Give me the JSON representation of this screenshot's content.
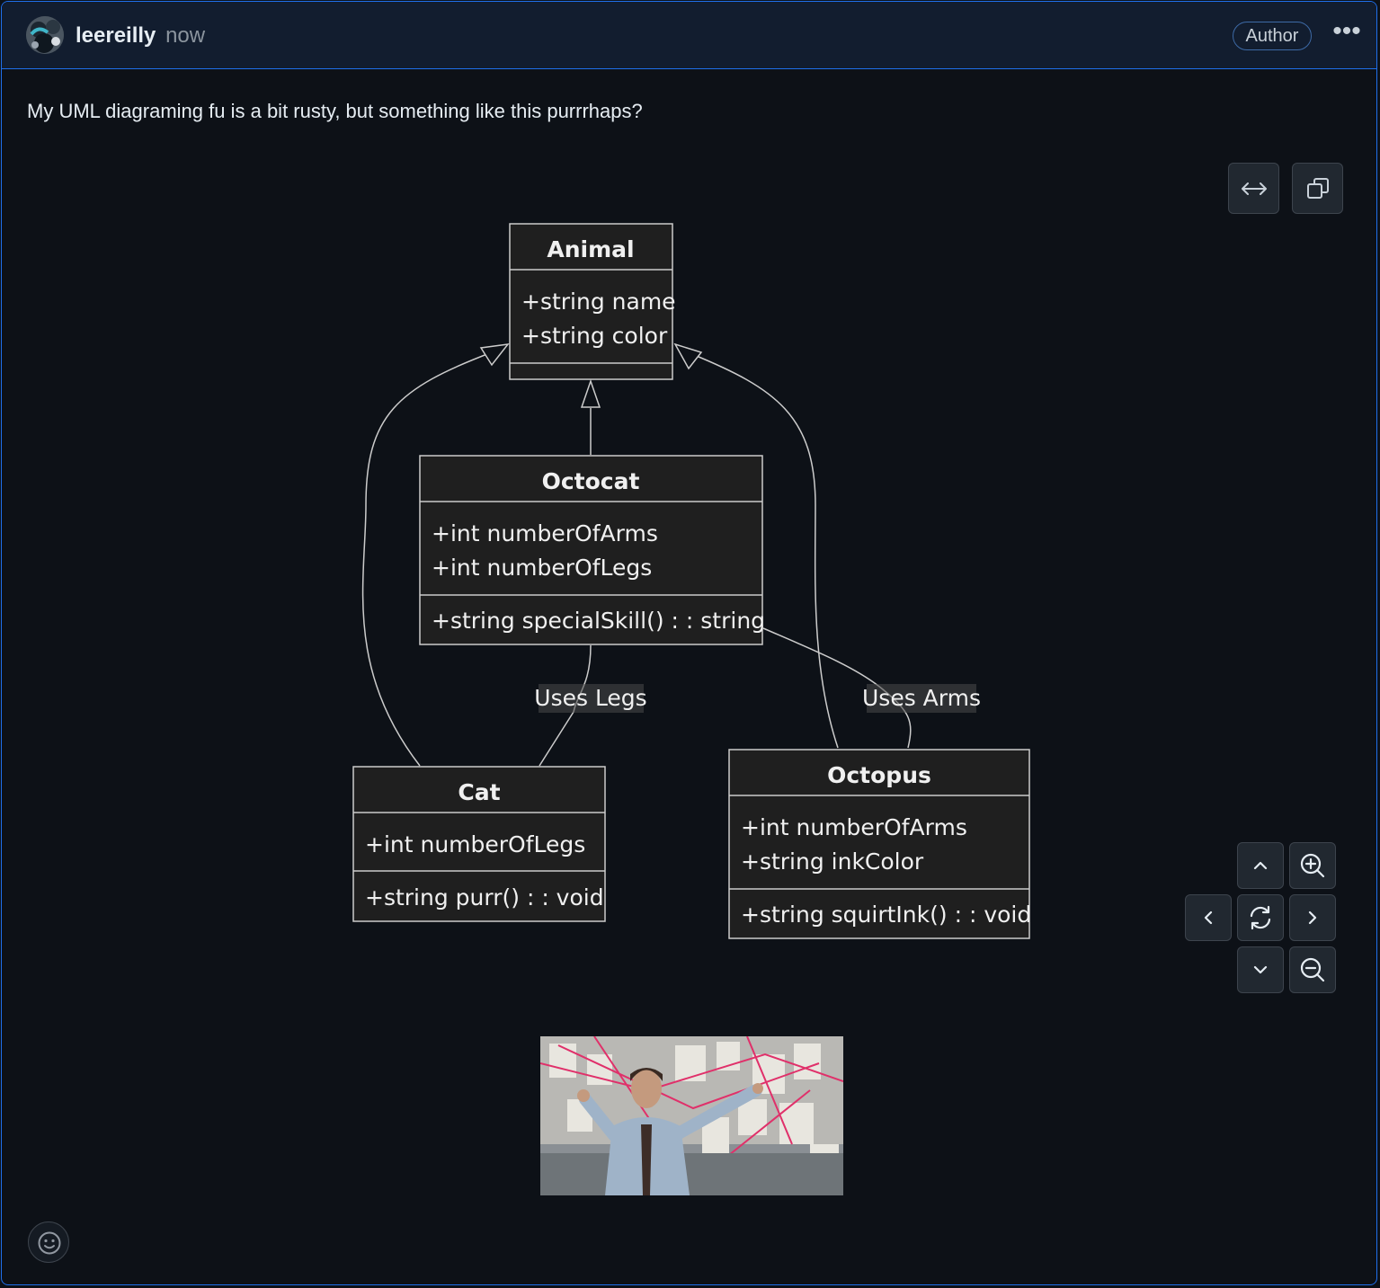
{
  "comment": {
    "author": "leereilly",
    "timestamp": "now",
    "badge": "Author",
    "more_label": "•••",
    "body": "My UML diagraming fu is a bit rusty, but something like this purrrhaps?"
  },
  "diagram": {
    "classes": {
      "animal": {
        "name": "Animal",
        "fields": [
          "+string name",
          "+string color"
        ],
        "methods": []
      },
      "octocat": {
        "name": "Octocat",
        "fields": [
          "+int numberOfArms",
          "+int numberOfLegs"
        ],
        "methods": [
          "+string specialSkill() : : string"
        ]
      },
      "cat": {
        "name": "Cat",
        "fields": [
          "+int numberOfLegs"
        ],
        "methods": [
          "+string purr() : : void"
        ]
      },
      "octopus": {
        "name": "Octopus",
        "fields": [
          "+int numberOfArms",
          "+string inkColor"
        ],
        "methods": [
          "+string squirtInk() : : void"
        ]
      }
    },
    "relations": {
      "uses_legs": "Uses Legs",
      "uses_arms": "Uses Arms"
    }
  },
  "controls": {
    "expand_icon": "arrows-horizontal-icon",
    "copy_icon": "copy-icon",
    "pan_up_icon": "chevron-up-icon",
    "pan_down_icon": "chevron-down-icon",
    "pan_left_icon": "chevron-left-icon",
    "pan_right_icon": "chevron-right-icon",
    "reset_icon": "sync-icon",
    "zoom_in_icon": "zoom-in-icon",
    "zoom_out_icon": "zoom-out-icon"
  },
  "reactions": {
    "add_icon": "smiley-icon"
  },
  "colors": {
    "accent_border": "#1f6feb",
    "background": "#0d1117",
    "node_fill": "#1f1f1f",
    "line": "#cccccc"
  }
}
